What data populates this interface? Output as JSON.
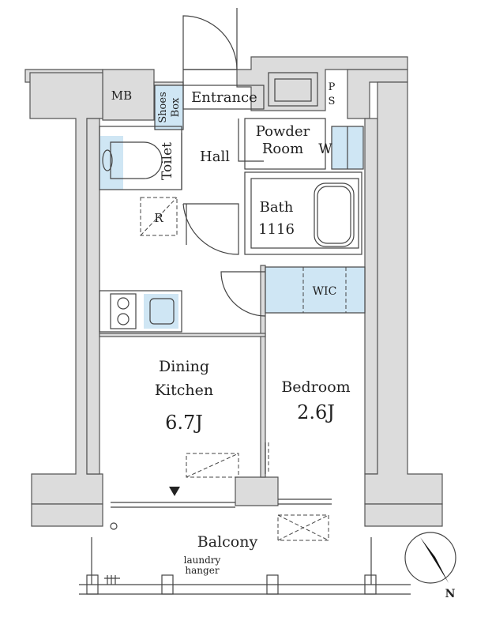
{
  "labels": {
    "mb": "MB",
    "shoes_box_line1": "Shoes",
    "shoes_box_line2": "Box",
    "entrance": "Entrance",
    "ps_line1": "P",
    "ps_line2": "S",
    "hall": "Hall",
    "toilet": "Toilet",
    "powder_room_line1": "Powder",
    "powder_room_line2": "Room",
    "washer": "W",
    "bath": "Bath",
    "bath_size": "1116",
    "refrigerator": "R",
    "wic": "WIC",
    "dining_kitchen_line1": "Dining",
    "dining_kitchen_line2": "Kitchen",
    "dining_kitchen_size": "6.7J",
    "bedroom": "Bedroom",
    "bedroom_size": "2.6J",
    "balcony": "Balcony",
    "laundry_line1": "laundry",
    "laundry_line2": "hanger",
    "compass_north": "N"
  },
  "colors": {
    "wall_fill": "#dcdcdc",
    "wall_stroke": "#555555",
    "wet_area": "#cfe6f4",
    "line": "#444444"
  }
}
